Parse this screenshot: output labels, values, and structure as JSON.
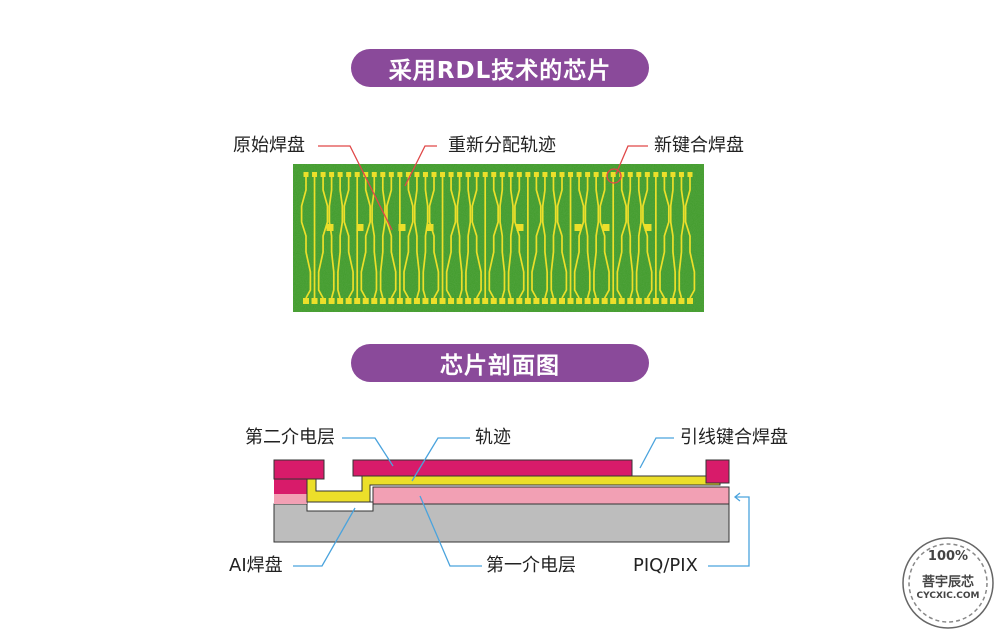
{
  "titles": {
    "top": "采用RDL技术的芯片",
    "bottom": "芯片剖面图"
  },
  "chip_labels": {
    "original_pad": "原始焊盘",
    "redistribution_trace": "重新分配轨迹",
    "new_bond_pad": "新键合焊盘"
  },
  "section_labels": {
    "second_dielectric": "第二介电层",
    "trace": "轨迹",
    "lead_bond_pad": "引线键合焊盘",
    "al_pad": "AI焊盘",
    "first_dielectric": "第一介电层",
    "piq_pix": "PIQ/PIX"
  },
  "watermark": {
    "percent": "100%",
    "name": "菩宇辰芯",
    "site": "CYCXIC.COM"
  },
  "colors": {
    "pill": "#8a4a9a",
    "chip_green": "#3f9a2a",
    "trace_yellow": "#ecdf2a",
    "magenta": "#d81b6a",
    "pink": "#f2a0b4",
    "gray": "#bdbdbd",
    "leader_red": "#e04848",
    "leader_blue": "#4aa3dd"
  }
}
